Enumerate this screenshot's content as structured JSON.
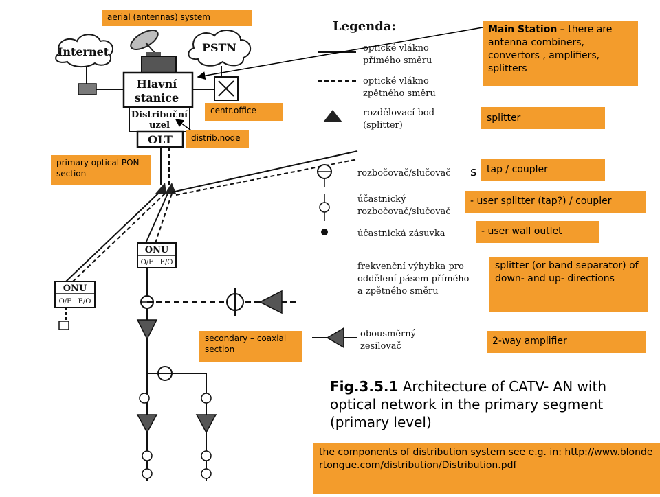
{
  "diagram": {
    "legend_title": "Legenda:",
    "nodes": {
      "internet": "Internet",
      "pstn": "PSTN",
      "main_station_line1": "Hlavní",
      "main_station_line2": "stanice",
      "distrib_node_line1": "Distribuční",
      "distrib_node_line2": "uzel",
      "olt": "OLT",
      "onu_upper": "ONU",
      "onu_upper_oe": "O/E",
      "onu_upper_eo": "E/O",
      "onu_lower": "ONU",
      "onu_lower_oe": "O/E",
      "onu_lower_eo": "E/O"
    },
    "legend_items": {
      "fiber_downstream_l1": "optické vlákno",
      "fiber_downstream_l2": "přímého směru",
      "fiber_upstream_l1": "optické vlákno",
      "fiber_upstream_l2": "zpětného směru",
      "splitter_l1": "rozdělovací bod",
      "splitter_l2": "(splitter)",
      "tap": "rozbočovač/slučovač",
      "user_tap_l1": "účastnický",
      "user_tap_l2": "rozbočovač/slučovač",
      "wall_outlet": "účastnická zásuvka",
      "band_sep_l1": "frekvenční výhybka pro",
      "band_sep_l2": "oddělení pásem přímého",
      "band_sep_l3": "a zpětného směru",
      "amp_l1": "obousměrný",
      "amp_l2": "zesilovač"
    }
  },
  "annotations": {
    "aerial": "aerial (antennas) system",
    "main_station_title": "Main Station",
    "main_station_desc": " – there are antenna combiners, convertors , amplifiers, splitters",
    "centr_office": "centr.office",
    "distrib_node": "distrib.node",
    "primary_optical": "primary optical PON section",
    "splitter": "splitter",
    "stray_letter": "s",
    "tap_coupler": "tap / coupler",
    "user_splitter": "- user splitter (tap?) / coupler",
    "user_wall_outlet": "- user wall outlet",
    "band_splitter": "splitter (or band separator) of down- and up- directions",
    "secondary_coax": "secondary – coaxial section",
    "two_way_amp": "2-way amplifier",
    "reference": "the components of distribution system see e.g. in: http://www.blondertongue.com/distribution/Distribution.pdf"
  },
  "caption": {
    "fig_label": "Fig.3.5.1",
    "text": " Architecture of CATV- AN with optical network in the primary segment (primary level)"
  },
  "colors": {
    "annotation_bg": "#f39c2c",
    "ink": "#1a1a1a",
    "gray_box": "#7a7a7a",
    "dark_box": "#555555"
  }
}
